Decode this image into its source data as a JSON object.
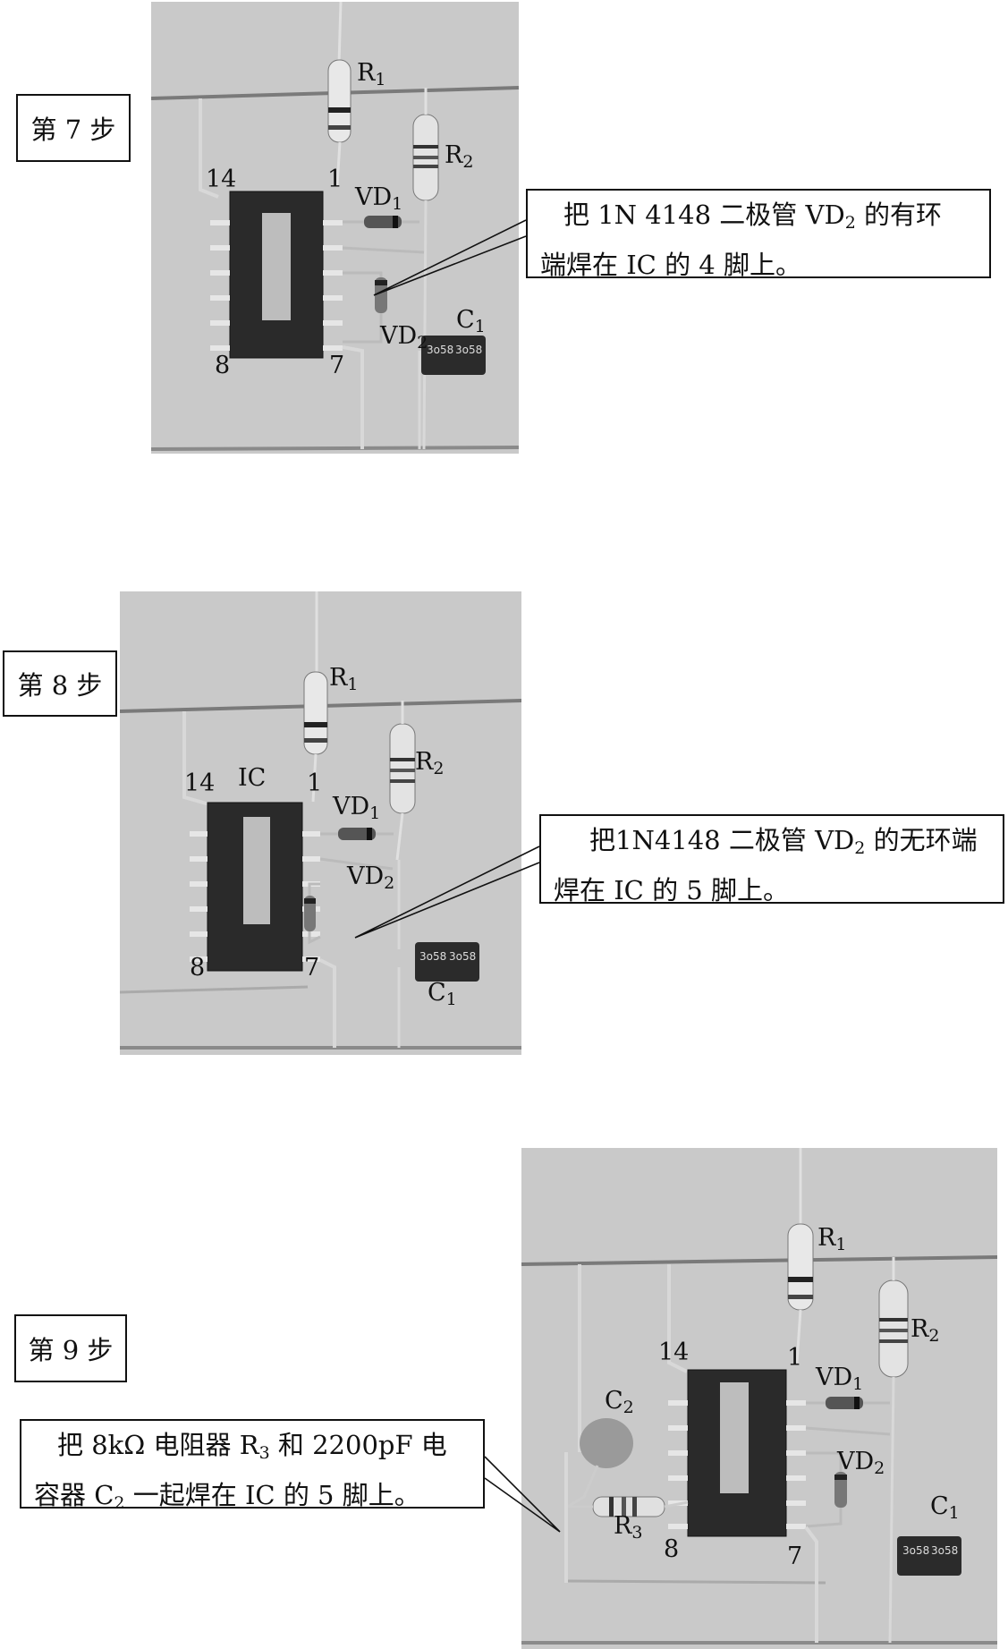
{
  "steps": [
    {
      "step_label": "第 7 步",
      "callout": {
        "l1a": "把 1N 4148 二极管 VD",
        "l1sub": "2",
        "l1b": " 的有环",
        "l2": "端焊在 IC 的 4 脚上。"
      },
      "labels": {
        "r1": "R",
        "r1_sub": "1",
        "r2": "R",
        "r2_sub": "2",
        "pin14": "14",
        "pin1": "1",
        "pin8": "8",
        "pin7": "7",
        "vd1": "VD",
        "vd1_sub": "1",
        "vd2": "VD",
        "vd2_sub": "2",
        "c1": "C",
        "c1_sub": "1"
      }
    },
    {
      "step_label": "第 8 步",
      "callout": {
        "l1a": "把1N4148 二极管 VD",
        "l1sub": "2",
        "l1b": " 的无环端",
        "l2": "焊在 IC 的 5 脚上。"
      },
      "labels": {
        "r1": "R",
        "r1_sub": "1",
        "r2": "R",
        "r2_sub": "2",
        "pin14": "14",
        "ic": "IC",
        "pin1": "1",
        "pin8": "8",
        "pin7": "7",
        "vd1": "VD",
        "vd1_sub": "1",
        "vd2": "VD",
        "vd2_sub": "2",
        "c1": "C",
        "c1_sub": "1"
      }
    },
    {
      "step_label": "第 9 步",
      "callout": {
        "l1a": "把 8kΩ 电阻器 R",
        "l1sub": "3",
        "l1b": " 和 2200pF 电",
        "l2a": "容器 C",
        "l2sub": "2",
        "l2b": " 一起焊在 IC 的 5 脚上。"
      },
      "labels": {
        "r1": "R",
        "r1_sub": "1",
        "r2": "R",
        "r2_sub": "2",
        "pin14": "14",
        "pin1": "1",
        "pin8": "8",
        "pin7": "7",
        "vd1": "VD",
        "vd1_sub": "1",
        "vd2": "VD",
        "vd2_sub": "2",
        "c1": "C",
        "c1_sub": "1",
        "c2": "C",
        "c2_sub": "2",
        "r3": "R",
        "r3_sub": "3"
      }
    }
  ],
  "capacitor_marking": "3o58",
  "colors": {
    "background": "#ffffff",
    "photo_bg": "#c9c9c9",
    "ic_body": "#2a2a2a",
    "wire": "#8a8a8a",
    "border": "#111111"
  }
}
